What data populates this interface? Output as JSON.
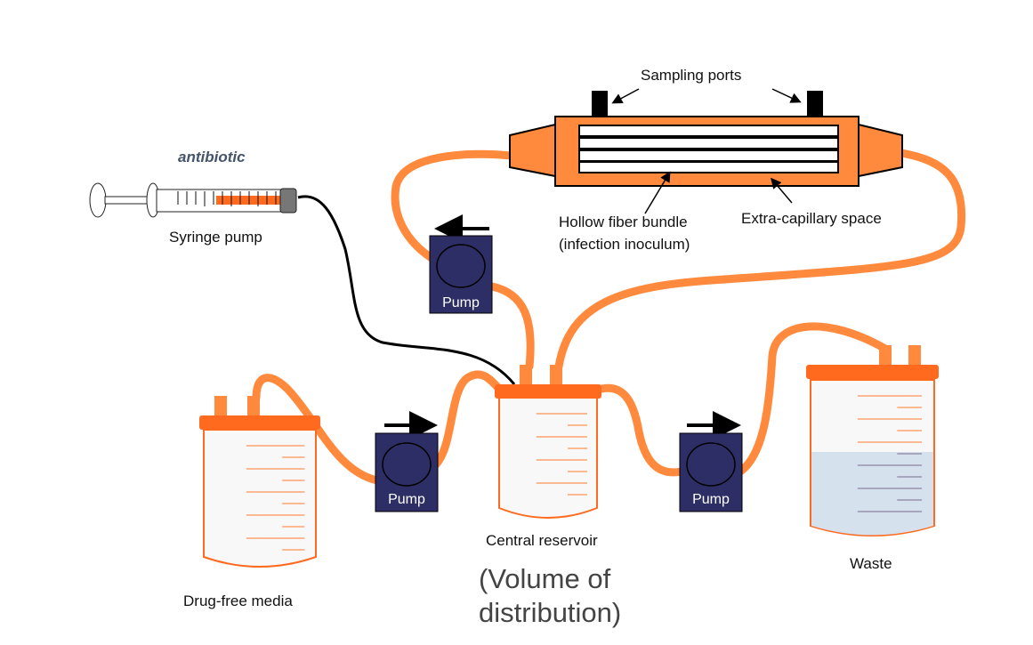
{
  "colors": {
    "tube": "#ff8a3d",
    "lid": "#ff6a1f",
    "pump": "#2e2e66",
    "waste_liquid": "#d6e1ee",
    "syringe_fill": "#ff6a1f"
  },
  "labels": {
    "sampling_ports": "Sampling ports",
    "antibiotic": "antibiotic",
    "syringe_pump": "Syringe pump",
    "hollow_fiber_1": "Hollow fiber bundle",
    "hollow_fiber_2": "(infection inoculum)",
    "extra_capillary": "Extra-capillary space",
    "pump": "Pump",
    "drug_free_media": "Drug-free media",
    "central_reservoir": "Central reservoir",
    "volume_of_distribution": "(Volume of distribution)",
    "waste": "Waste"
  }
}
